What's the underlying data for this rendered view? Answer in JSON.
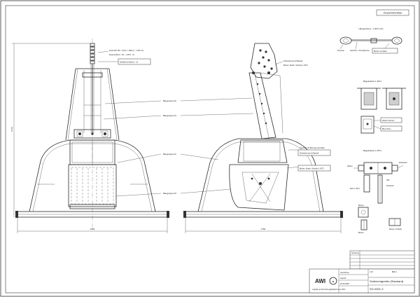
{
  "sheet_tag": "Zusammenbau",
  "callouts": {
    "oberes_teil": "Bauteil 01",
    "baugruppe_02": "Baugruppe 02",
    "baugruppe_04": "Baugruppe 04",
    "baugruppe_01": "Baugruppe 01",
    "baugruppe_03": "Baugruppe 03",
    "left_note_1": "Kette DIN 766 - 10mm x 160mm - 1.4571 3x",
    "left_note_2": "Kettenschloss - 3/4 - 1.4571 - 3x",
    "left_note_3": "Schäkel mit Bolzen - 3x",
    "right_note_1": "Schweissung mit Bauteil",
    "right_note_2": "Bolzen, Mutter, Scheibe 1.4571",
    "right_note_3": "Gewinde mit Bohrung und Splint",
    "right_note_4": "Schweissung mit Bauteil"
  },
  "details": {
    "a_title": "Hängestrang - 1.4571 (2x)",
    "a_label_1": "Kausche",
    "a_label_2": "Seil 8mm - Pressklemme",
    "a_label_3": "Bolzen mit Splint",
    "b_title": "Bügelwinkel 1.4571",
    "b_label": "Winkel 70x70x7",
    "c_title": "Bügelwinkel 1.4571",
    "c_label_1": "Blech 5mm",
    "c_label_2": "Winkel",
    "c_label_3": "Flachstahl",
    "c_label_4": "Stift",
    "c_label_5": "Scharnier",
    "c_label_6": "Rohr 1.4571",
    "c_label_7": "Bolzen",
    "c_label_8": "Bolzen, Scheibe"
  },
  "dims": {
    "left_height": "2710",
    "left_width": "1650",
    "right_width": "1750"
  },
  "title_block": {
    "company": "AWI",
    "dept": "Logistik und Forschungsplattformen",
    "title": "Sedimentgreifer (Standard)",
    "number": "SG-0001-2",
    "sheet": "Blatt 1",
    "scale": "1:10",
    "material": "1.4571",
    "drawn": "Gezeichnet",
    "checked": "Geprüft",
    "date": "22.05.2008",
    "revision": "Änderung"
  }
}
